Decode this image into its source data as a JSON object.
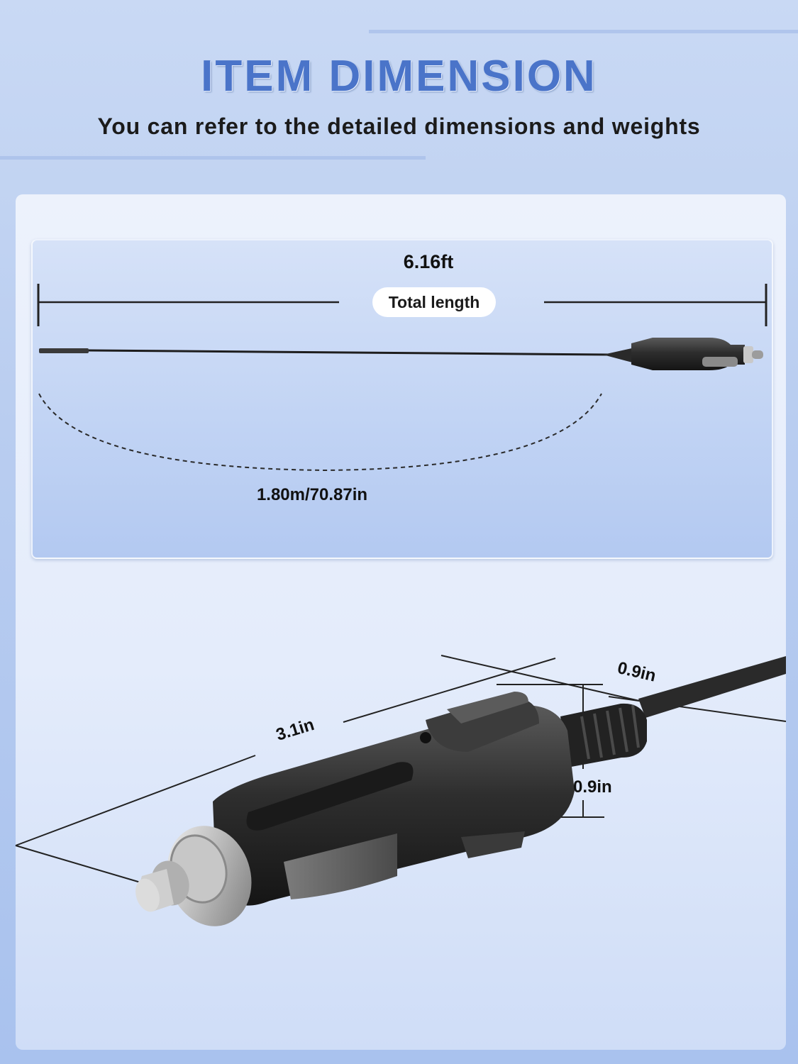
{
  "header": {
    "title": "ITEM DIMENSION",
    "subtitle": "You can refer to the detailed dimensions and weights"
  },
  "cable_panel": {
    "total_length_ft": "6.16ft",
    "total_length_label": "Total length",
    "cable_length": "1.80m/70.87in"
  },
  "plug_dimensions": {
    "length": "3.1in",
    "width": "0.9in",
    "height": "0.9in"
  },
  "colors": {
    "title_blue": "#4a74c9",
    "background_blue": "#b9cdf0",
    "plug_dark": "#2b2b2b"
  }
}
